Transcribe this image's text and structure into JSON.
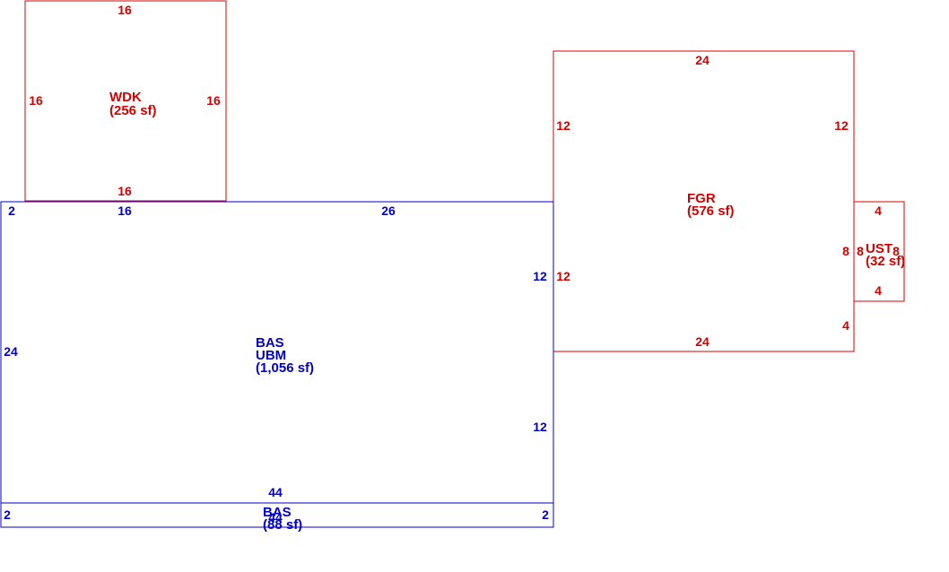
{
  "colors": {
    "red": "#d40000",
    "blue": "#0000c8",
    "background": "#ffffff"
  },
  "areas": {
    "wdk": {
      "code": "WDK",
      "area": "(256 sf)",
      "color": "red",
      "dims": {
        "top": "16",
        "left": "16",
        "right": "16",
        "bottom": "16"
      }
    },
    "fgr": {
      "code": "FGR",
      "area": "(576 sf)",
      "color": "red",
      "dims": {
        "top": "24",
        "left_upper": "12",
        "left_lower": "12",
        "right_upper": "12",
        "right_lower": "4",
        "right_mid": "8",
        "bottom": "24"
      }
    },
    "ust": {
      "code": "UST",
      "area": "(32 sf)",
      "color": "red",
      "dims": {
        "top": "4",
        "right": "8",
        "bottom": "4"
      }
    },
    "bas": {
      "code": "BAS",
      "code2": "UBM",
      "area": "(1,056 sf)",
      "color": "blue",
      "dims": {
        "top_left": "2",
        "top_a": "16",
        "top_b": "26",
        "left": "24",
        "right_upper": "12",
        "right_lower": "12",
        "bottom": "44"
      }
    },
    "bas2": {
      "code": "BAS",
      "code_overlap": "44",
      "area": "(88 sf)",
      "color": "blue",
      "dims": {
        "left": "2",
        "right": "2"
      }
    }
  }
}
